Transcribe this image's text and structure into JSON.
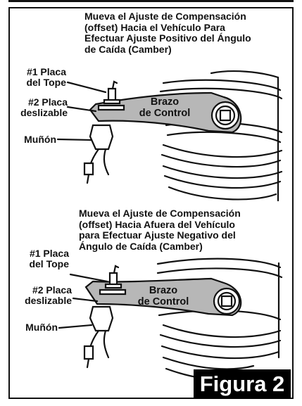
{
  "top_panel": {
    "caption_lines": [
      "Mueva el Ajuste de Compensación",
      "(offset) Hacia el Vehículo Para",
      "Efectuar Ajuste Positivo del Ángulo",
      "de Caída (Camber)"
    ],
    "label_stop_plate": [
      "#1 Placa",
      "del Tope"
    ],
    "label_slide_plate": [
      "#2 Placa",
      "deslizable"
    ],
    "label_knuckle": "Muñón",
    "label_arm": [
      "Brazo",
      "de Control"
    ]
  },
  "bottom_panel": {
    "caption_lines": [
      "Mueva el Ajuste de Compensación",
      "(offset) Hacia Afuera del Vehículo",
      "para Efectuar Ajuste Negativo del",
      "Ángulo de Caída (Camber)"
    ],
    "label_stop_plate": [
      "#1 Placa",
      "del Tope"
    ],
    "label_slide_plate": [
      "#2 Placa",
      "deslizable"
    ],
    "label_knuckle": "Muñón",
    "label_arm": [
      "Brazo",
      "de Control"
    ]
  },
  "figure_badge": "Figura 2"
}
